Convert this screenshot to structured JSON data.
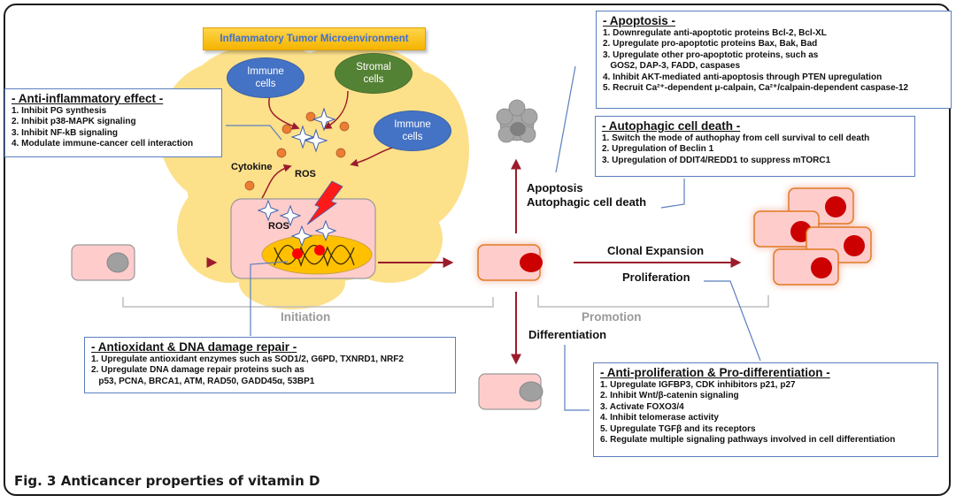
{
  "figure": {
    "caption": "Fig. 3 Anticancer properties of vitamin D",
    "microenvironment_title": "Inflammatory Tumor Microenvironment",
    "colors": {
      "cloud": "#fde08a",
      "cell_fill": "#ffcccc",
      "nucleus_normal": "#a0a0a0",
      "nucleus_tumor": "#cc0000",
      "immune_cell": "#4472c4",
      "stromal_cell": "#548235",
      "arrow": "#9b1c2c",
      "box_border": "#5b7fbf",
      "stage_label": "#9a9a9a"
    }
  },
  "cells_in_tme": {
    "immune_1": "Immune\ncells",
    "stromal": "Stromal\ncells",
    "immune_2": "Immune\ncells"
  },
  "labels": {
    "cytokine": "Cytokine",
    "ros_top": "ROS",
    "ros_cell": "ROS",
    "apoptosis": "Apoptosis",
    "autophagic_cell_death": "Autophagic cell death",
    "clonal_expansion": "Clonal Expansion",
    "proliferation": "Proliferation",
    "differentiation": "Differentiation"
  },
  "stages": {
    "initiation": "Initiation",
    "promotion": "Promotion"
  },
  "boxes": {
    "anti_inflammatory": {
      "title": "- Anti-inflammatory effect -",
      "items": [
        "1. Inhibit PG synthesis",
        "2. Inhibit p38-MAPK signaling",
        "3. Inhibit NF-kB signaling",
        "4. Modulate immune-cancer cell interaction"
      ]
    },
    "antioxidant": {
      "title": "- Antioxidant & DNA damage repair -",
      "items": [
        "1. Upregulate antioxidant enzymes such as SOD1/2, G6PD, TXNRD1, NRF2",
        "2. Upregulate DNA damage repair proteins such as",
        "   p53, PCNA, BRCA1, ATM, RAD50, GADD45α, 53BP1"
      ]
    },
    "apoptosis": {
      "title": "- Apoptosis -",
      "items": [
        "1. Downregulate anti-apoptotic proteins Bcl-2, Bcl-XL",
        "2. Upregulate pro-apoptotic proteins Bax, Bak, Bad",
        "3. Upregulate other pro-apoptotic proteins, such as",
        "   GOS2, DAP-3, FADD, caspases",
        "4. Inhibit AKT-mediated anti-apoptosis through PTEN upregulation",
        "5. Recruit Ca²⁺-dependent μ-calpain, Ca²⁺/calpain-dependent caspase-12"
      ]
    },
    "autophagic": {
      "title": "- Autophagic cell death -",
      "items": [
        "1. Switch the mode of authophay from cell survival to cell death",
        "2. Upregulation of Beclin 1",
        "3. Upregulation of DDIT4/REDD1 to suppress mTORC1"
      ]
    },
    "anti_proliferation": {
      "title": "- Anti-proliferation & Pro-differentiation -",
      "items": [
        "1. Upregulate IGFBP3, CDK inhibitors p21, p27",
        "2. Inhibit Wnt/β-catenin signaling",
        "3. Activate FOXO3/4",
        "4. Inhibit telomerase activity",
        "5. Upregulate TGFβ and its receptors",
        "6. Regulate multiple signaling pathways involved in cell differentiation"
      ]
    }
  }
}
